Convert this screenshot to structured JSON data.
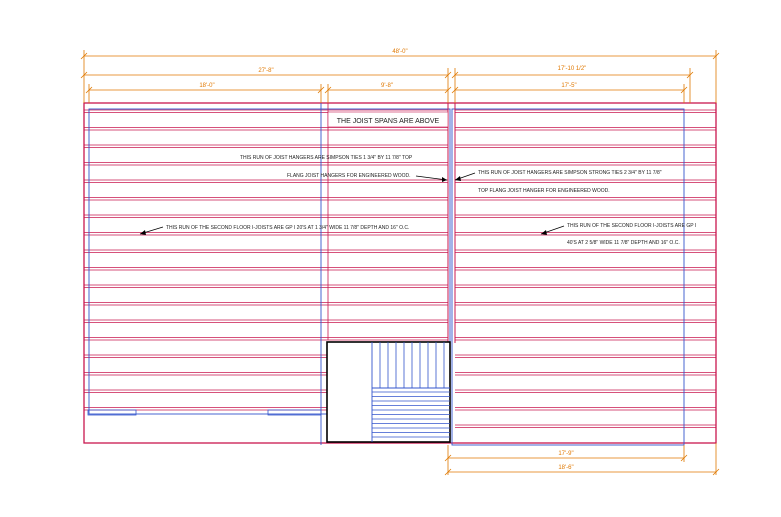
{
  "title_note": "THE JOIST SPANS ARE ABOVE",
  "colors": {
    "joist": "#c8174f",
    "beam": "#3355cc",
    "dimension": "#e07800",
    "note_text": "#222222",
    "stair": "#3355cc",
    "outline": "#000000"
  },
  "dimensions": {
    "overall": "48'-0\"",
    "left_section": "27'-8\"",
    "right_section": "17'-10 1/2\"",
    "left_span": "18'-0\"",
    "middle_span": "9'-8\"",
    "right_span": "17'-5\"",
    "bottom_inner": "17'-9\"",
    "bottom_outer": "18'-6\""
  },
  "notes": {
    "left_hanger_line1": "THIS RUN OF JOIST HANGERS ARE SIMPSON TIES 1 3/4\" BY 11 7/8\" TOP",
    "left_hanger_line2": "FLANG JOIST HANGERS FOR ENGINEERED WOOD.",
    "right_hanger_line1": "THIS RUN OF JOIST HANGERS ARE SIMPSON STRONG TIES 2 3/4\" BY 11 7/8\"",
    "right_hanger_line2": "TOP FLANG JOIST HANGER FOR ENGINEERED WOOD.",
    "left_joist_spec": "THIS RUN OF THE SECOND FLOOR I-JOISTS ARE GP I 20'S AT 1 3/4\" WIDE 11 7/8\" DEPTH AND 16\" O.C.",
    "right_joist_spec_line1": "THIS RUN OF THE SECOND FLOOR I-JOISTS ARE GP I",
    "right_joist_spec_line2": "40'S AT 2 5/8\" WIDE 11 7/8\" DEPTH AND 16\" O.C."
  }
}
